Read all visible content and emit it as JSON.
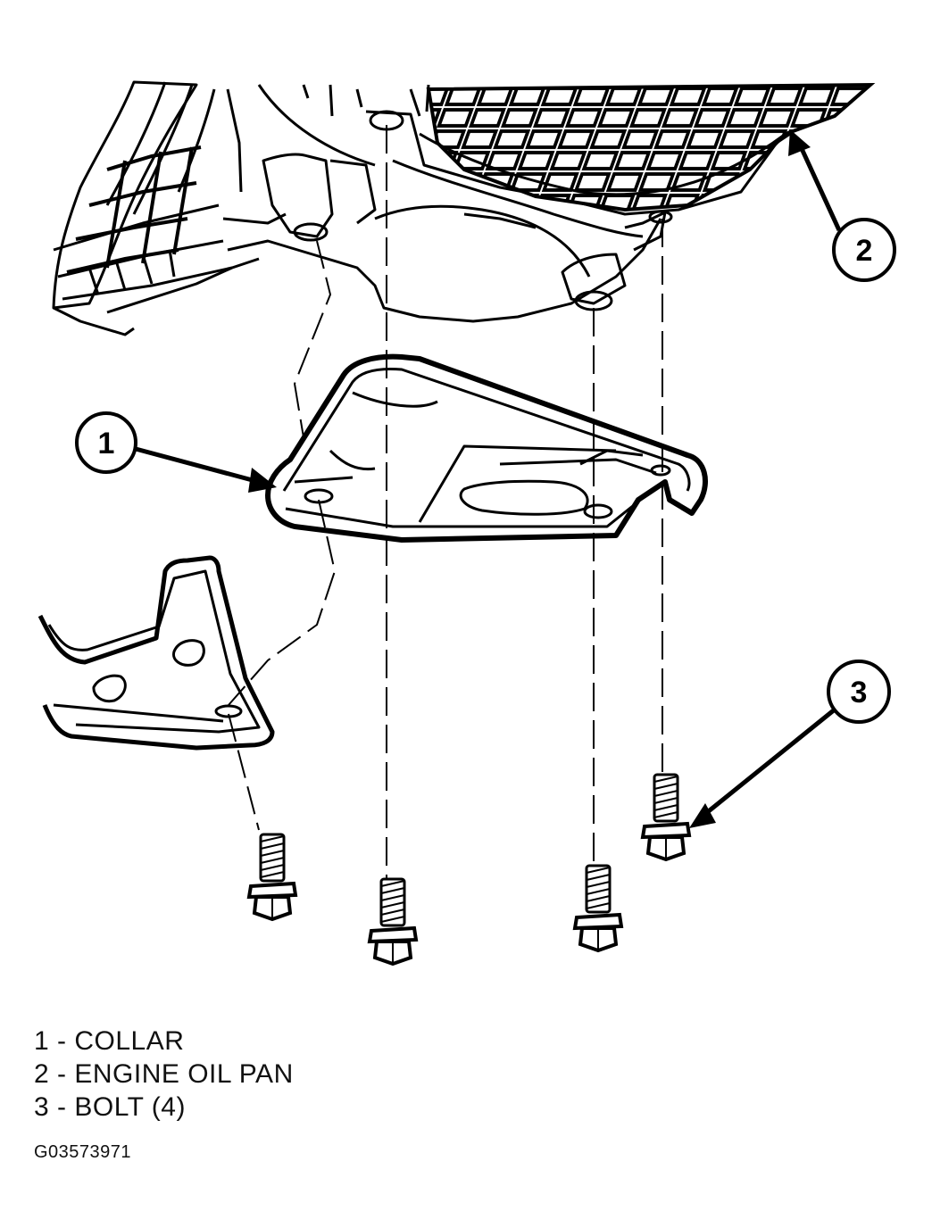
{
  "callouts": [
    {
      "number": "1"
    },
    {
      "number": "2"
    },
    {
      "number": "3"
    }
  ],
  "legend": [
    {
      "text": "1 - COLLAR"
    },
    {
      "text": "2 - ENGINE OIL PAN"
    },
    {
      "text": "3 - BOLT (4)"
    }
  ],
  "figure_id": "G03573971"
}
